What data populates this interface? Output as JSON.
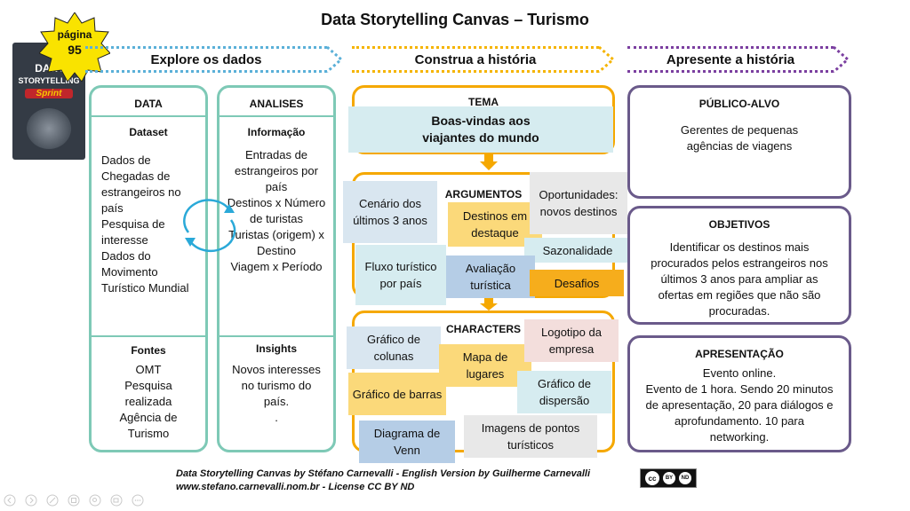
{
  "title": "Data Storytelling Canvas – Turismo",
  "badge": {
    "label": "página",
    "number": "95"
  },
  "book": {
    "title1": "DATA",
    "title2": "STORYTELLING",
    "sub": "Sprint"
  },
  "phases": {
    "explore": "Explore os dados",
    "construct": "Construa a história",
    "present": "Apresente a história"
  },
  "data_col": {
    "header": "DATA",
    "dataset_label": "Dataset",
    "dataset_lines": [
      "Dados de",
      "Chegadas de",
      "estrangeiros no",
      "país",
      "Pesquisa de",
      "interesse",
      "Dados do",
      "Movimento",
      "Turístico Mundial"
    ],
    "fontes_label": "Fontes",
    "fontes_lines": [
      "OMT",
      "Pesquisa",
      "realizada",
      "Agência de",
      "Turismo"
    ]
  },
  "analises_col": {
    "header": "ANALISES",
    "info_label": "Informação",
    "info_lines": [
      "Entradas de",
      "estrangeiros por",
      "país",
      "Destinos x Número",
      "de turistas",
      "Turistas (origem) x",
      "Destino",
      "Viagem x Período"
    ],
    "insights_label": "Insights",
    "insights_lines": [
      "Novos interesses",
      "no turismo do",
      "país.",
      "."
    ]
  },
  "tema": {
    "label": "TEMA",
    "text_line1": "Boas-vindas aos",
    "text_line2": "viajantes do mundo"
  },
  "argumentos": {
    "label": "ARGUMENTOS",
    "cards": [
      "Cenário dos últimos 3 anos",
      "Destinos em destaque",
      "Oportunidades: novos destinos",
      "Sazonalidade",
      "Fluxo turístico por país",
      "Avaliação turística",
      "Desafios"
    ]
  },
  "characters": {
    "label": "CHARACTERS",
    "cards": [
      "Gráfico de colunas",
      "Mapa de lugares",
      "Logotipo da empresa",
      "Gráfico de barras",
      "Gráfico de dispersão",
      "Diagrama de Venn",
      "Imagens de pontos turísticos"
    ]
  },
  "publico": {
    "label": "PÚBLICO-ALVO",
    "lines": [
      "Gerentes de pequenas",
      "agências de viagens"
    ]
  },
  "objetivos": {
    "label": "OBJETIVOS",
    "lines": [
      "Identificar os destinos mais",
      "procurados pelos estrangeiros nos",
      "últimos 3 anos para ampliar as",
      "ofertas em regiões que não são",
      "procuradas."
    ]
  },
  "apresentacao": {
    "label": "APRESENTAÇÃO",
    "lines": [
      "Evento online.",
      "Evento de 1 hora. Sendo 20 minutos",
      "de apresentação, 20 para diálogos e",
      "aprofundamento. 10 para",
      "networking."
    ]
  },
  "footer": {
    "line1": "Data Storytelling Canvas by Stéfano Carnevalli  - English Version by Guilherme Carnevalli",
    "line2": "www.stefano.carnevalli.nom.br  - License CC BY ND"
  },
  "license": {
    "cc": "cc",
    "by": "BY",
    "nd": "ND"
  },
  "colors": {
    "teal": "#7ec9b6",
    "orange": "#f5a800",
    "purple": "#6a5a8a",
    "blue_dotted": "#5bb0d8"
  }
}
